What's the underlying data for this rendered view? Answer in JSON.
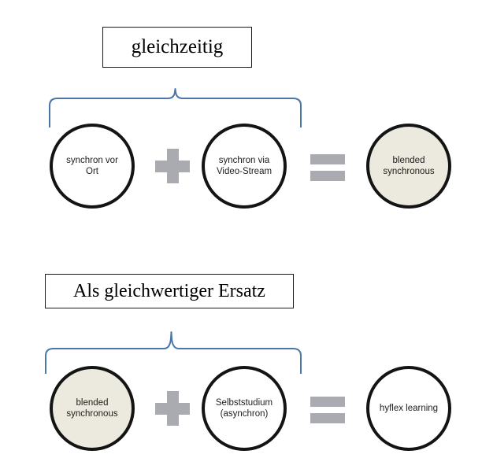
{
  "diagram": {
    "title_boxes": [
      {
        "id": "gleichzeitig",
        "label": "gleichzeitig"
      },
      {
        "id": "als-gleichwertiger-ersatz",
        "label": "Als gleichwertiger Ersatz"
      }
    ],
    "rows": [
      {
        "id": "row-1",
        "brace_color": "#4a77a8",
        "circles": [
          {
            "id": "synchron-vor-ort",
            "label": "synchron vor Ort",
            "filled": false,
            "fill": "#ffffff"
          },
          {
            "id": "synchron-via-video-stream",
            "label": "synchron via Video-Stream",
            "filled": false,
            "fill": "#ffffff"
          },
          {
            "id": "blended-synchronous",
            "label": "blended synchronous",
            "filled": true,
            "fill": "#eceade"
          }
        ],
        "operators": [
          {
            "id": "plus",
            "symbol": "+",
            "color": "#a9abb0"
          },
          {
            "id": "equals",
            "symbol": "=",
            "color": "#a9abb0"
          }
        ]
      },
      {
        "id": "row-2",
        "brace_color": "#4a77a8",
        "circles": [
          {
            "id": "blended-synchronous",
            "label": "blended synchronous",
            "filled": true,
            "fill": "#eceade"
          },
          {
            "id": "selbststudium-asynchron",
            "label": "Selbststudium (asynchron)",
            "filled": false,
            "fill": "#ffffff"
          },
          {
            "id": "hyflex-learning",
            "label": "hyflex learning",
            "filled": false,
            "fill": "#ffffff"
          }
        ],
        "operators": [
          {
            "id": "plus",
            "symbol": "+",
            "color": "#a9abb0"
          },
          {
            "id": "equals",
            "symbol": "=",
            "color": "#a9abb0"
          }
        ]
      }
    ],
    "colors": {
      "circle_outline": "#141414",
      "circle_fill_cream": "#eceade",
      "operator_gray": "#a9abb0",
      "brace_blue": "#4a77a8",
      "box_border": "#1a1a1a",
      "background": "#ffffff",
      "text": "#1d1d1b"
    }
  }
}
